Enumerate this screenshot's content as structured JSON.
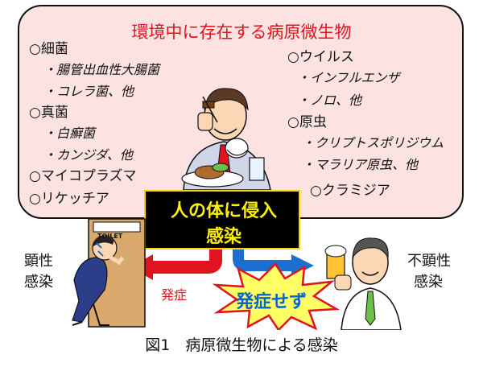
{
  "title": "環境中に存在する病原微生物",
  "left_column": {
    "bacteria": "○細菌",
    "bacteria_1": "・腸管出血性大腸菌",
    "bacteria_2": "・コレラ菌、他",
    "fungi": "○真菌",
    "fungi_1": "・白癬菌",
    "fungi_2": "・カンジダ、他",
    "mycoplasma": "○マイコプラズマ",
    "rickettsia": "○リケッチア"
  },
  "right_column": {
    "virus": "○ウイルス",
    "virus_1": "・インフルエンザ",
    "virus_2": "・ノロ、他",
    "protozoa": "○原虫",
    "protozoa_1": "・クリプトスポリジウム",
    "protozoa_2": "・マラリア原虫、他",
    "chlamydia": "○クラミジア"
  },
  "center": {
    "line1": "人の体に侵入",
    "line2": "感染"
  },
  "left_side": {
    "line1": "顕性",
    "line2": "感染",
    "toilet_sign": "TOILET"
  },
  "right_side": {
    "line1": "不顕性",
    "line2": "感染"
  },
  "onset_label": "発症",
  "no_onset_label": "発症せず",
  "caption": "図1　病原微生物による感染",
  "colors": {
    "box_fill": "#fde2e2",
    "title_red": "#e0141e",
    "center_text": "#fff200",
    "left_arrow": "#e0141e",
    "right_arrow": "#1a6fd0",
    "burst_fill": "#ffff66",
    "burst_stroke": "#e0141e"
  }
}
